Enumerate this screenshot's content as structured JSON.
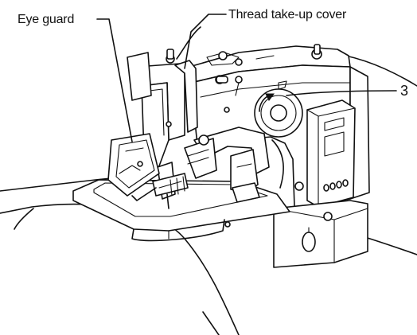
{
  "labels": {
    "eye_guard": "Eye guard",
    "thread_takeup_cover": "Thread take-up cover",
    "callout_3": "3"
  },
  "colors": {
    "line": "#111111",
    "background": "#ffffff"
  }
}
